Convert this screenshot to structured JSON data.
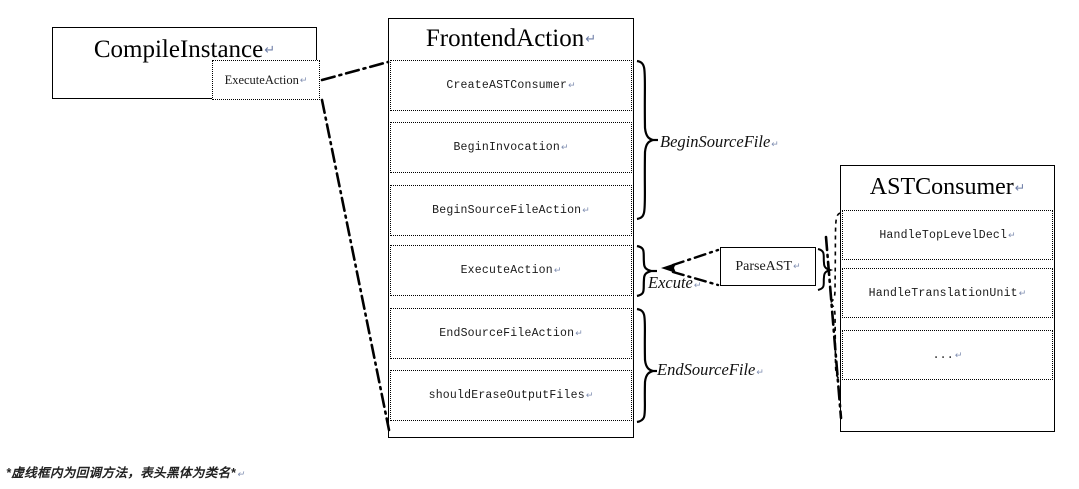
{
  "diagram": {
    "title_note": "Clang FrontendAction / ASTConsumer callback flow",
    "cr_mark": "↵",
    "classes": [
      {
        "id": "compile-instance",
        "name": "CompileInstance",
        "methods": [
          {
            "label": "ExecuteAction",
            "style": "dotted-callout"
          }
        ]
      },
      {
        "id": "frontend-action",
        "name": "FrontendAction",
        "methods": [
          {
            "label": "CreateASTConsumer"
          },
          {
            "label": "BeginInvocation"
          },
          {
            "label": "BeginSourceFileAction"
          },
          {
            "label": "ExecuteAction"
          },
          {
            "label": "EndSourceFileAction"
          },
          {
            "label": "shouldEraseOutputFiles"
          }
        ]
      },
      {
        "id": "ast-consumer",
        "name": "ASTConsumer",
        "methods": [
          {
            "label": "HandleTopLevelDecl"
          },
          {
            "label": "HandleTranslationUnit"
          },
          {
            "label": "..."
          }
        ]
      }
    ],
    "group_braces": [
      {
        "id": "begin-source-file",
        "label": "BeginSourceFile",
        "covers": [
          "CreateASTConsumer",
          "BeginInvocation",
          "BeginSourceFileAction"
        ]
      },
      {
        "id": "excute",
        "label": "Excute",
        "covers": [
          "ExecuteAction"
        ]
      },
      {
        "id": "end-source-file",
        "label": "EndSourceFile",
        "covers": [
          "EndSourceFileAction",
          "shouldEraseOutputFiles"
        ]
      }
    ],
    "standalone_boxes": [
      {
        "id": "parse-ast",
        "label": "ParseAST"
      }
    ],
    "footnote": "*虚线框内为回调方法，表头黑体为类名*",
    "colors": {
      "stroke": "#000000",
      "background": "#ffffff",
      "text": "#1a1a1a",
      "cr_mark": "#7f8db0"
    }
  }
}
